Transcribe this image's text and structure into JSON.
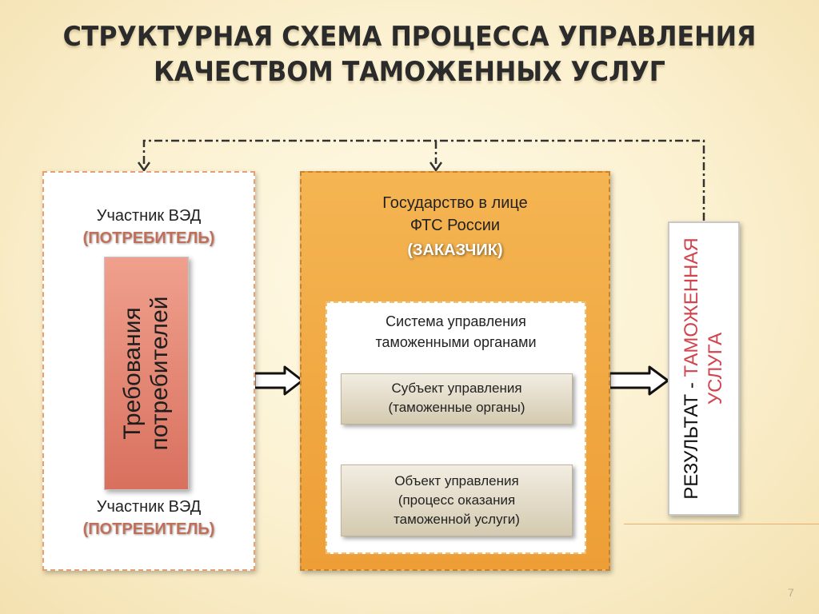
{
  "title": {
    "line1": "СТРУКТУРНАЯ СХЕМА ПРОЦЕССА УПРАВЛЕНИЯ",
    "line2": "КАЧЕСТВОМ ТАМОЖЕННЫХ УСЛУГ"
  },
  "left": {
    "participant_top": "Участник ВЭД",
    "consumer_top": "(ПОТРЕБИТЕЛЬ)",
    "requirements_line1": "Требования",
    "requirements_line2": "потребителей",
    "participant_bottom": "Участник ВЭД",
    "consumer_bottom": "(ПОТРЕБИТЕЛЬ)"
  },
  "middle": {
    "gov_line1": "Государство в лице",
    "gov_line2": "ФТС России",
    "customer": "(ЗАКАЗЧИК)",
    "system_line1": "Система управления",
    "system_line2": "таможенными органами",
    "subject_title": "Субъект управления",
    "subject_sub": "(таможенные органы)",
    "object_title": "Объект управления",
    "object_sub1": "(процесс оказания",
    "object_sub2": "таможенной услуги)"
  },
  "result": {
    "line1_prefix": "РЕЗУЛЬТАТ - ",
    "line1_highlight": "ТАМОЖЕННАЯ",
    "line2": "УСЛУГА"
  },
  "page_number": "7",
  "colors": {
    "orange_box": "#f0a53d",
    "consumer_text": "#c0705a",
    "requirements_box": "#e08a78",
    "result_highlight": "#d0454e",
    "dashed_border": "#e8a070"
  }
}
